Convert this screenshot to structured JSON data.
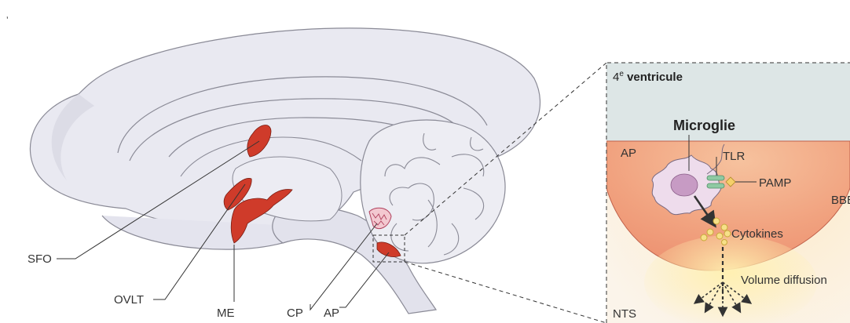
{
  "brain_labels": {
    "sfo": "SFO",
    "ovlt": "OVLT",
    "me": "ME",
    "cp": "CP",
    "ap": "AP"
  },
  "inset": {
    "ventricle_prefix": "4",
    "ventricle_sup": "e",
    "ventricle_word": " ventricule",
    "microglia": "Microglie",
    "ap": "AP",
    "tlr": "TLR",
    "pamp": "PAMP",
    "bbb": "BBB",
    "cytokines": "Cytokines",
    "volume_diffusion": "Volume diffusion",
    "nts": "NTS"
  },
  "colors": {
    "brain_fill": "#e9e9f1",
    "brain_stroke": "#8a8a96",
    "organ_red": "#cf3b2a",
    "ap_region": "#f0a080",
    "ventricle_fill": "#dde6e6",
    "microglia": "#eedcec",
    "tlr_green": "#8fc9a3",
    "pamp_yellow": "#f4cf6a",
    "cytokine_yellow": "#f6e089"
  }
}
